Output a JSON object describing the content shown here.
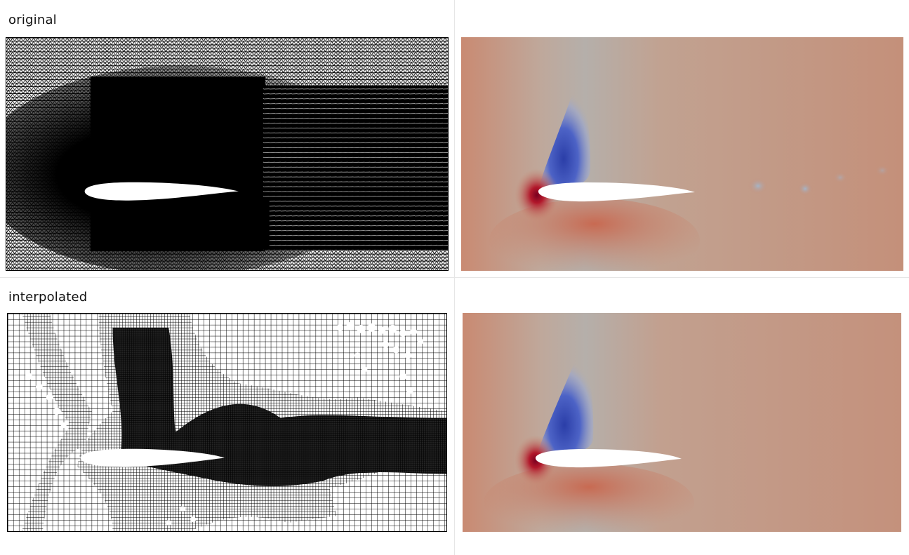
{
  "viewports": {
    "top": {
      "label": "original"
    },
    "bottom": {
      "label": "interpolated"
    }
  },
  "colors": {
    "background": "#ffffff",
    "mesh_ink": "#000000",
    "field_free_stream": "#c18e78",
    "field_high": "#b2182b",
    "field_low": "#3b4cc0",
    "field_neutral": "#c8b8a8",
    "airfoil": "#ffffff"
  },
  "icons": [
    "airfoil-shape"
  ]
}
